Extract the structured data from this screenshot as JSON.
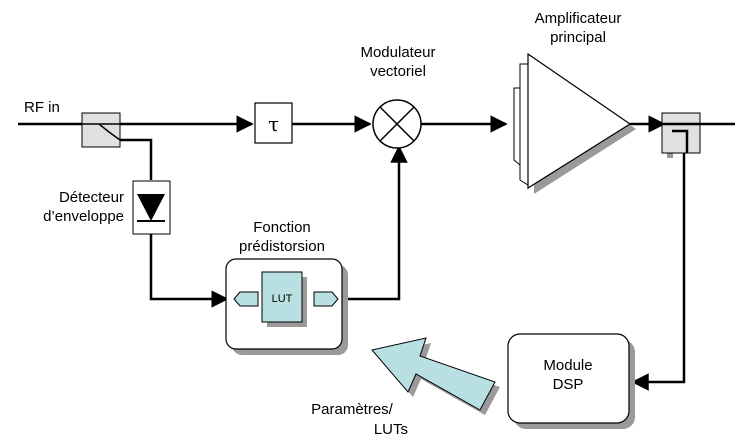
{
  "labels": {
    "rf_in": "RF in",
    "detector_line1": "Détecteur",
    "detector_line2": "d’enveloppe",
    "tau": "τ",
    "modulator_line1": "Modulateur",
    "modulator_line2": "vectoriel",
    "amplifier_line1": "Amplificateur",
    "amplifier_line2": "principal",
    "predistortion_line1": "Fonction",
    "predistortion_line2": "prédistorsion",
    "lut": "LUT",
    "dsp_line1": "Module",
    "dsp_line2": "DSP",
    "params_line1": "Paramètres/",
    "params_line2": "LUTs"
  },
  "colors": {
    "line": "#000000",
    "box_gray": "#e0e0e0",
    "teal": "#b8dfe2",
    "shadow": "#9a9a9a"
  }
}
